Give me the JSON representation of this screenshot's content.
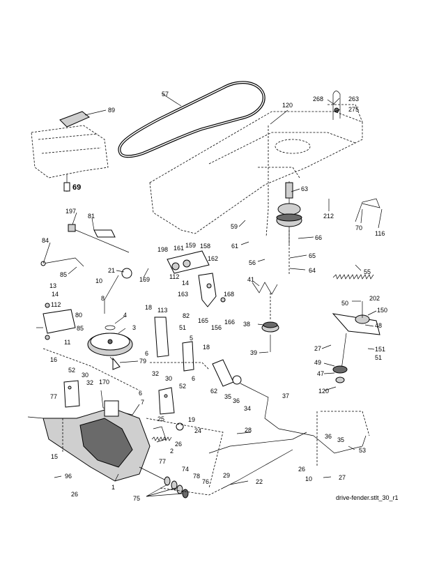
{
  "caption": "drive-fender.stlt_30_r1",
  "callouts": {
    "c57": "57",
    "c89": "89",
    "c120a": "120",
    "c268": "268",
    "c263": "263",
    "c275": "275",
    "c69": "69",
    "c63": "63",
    "c212": "212",
    "c70": "70",
    "c116": "116",
    "c197": "197",
    "c81": "81",
    "c59": "59",
    "c66": "66",
    "c61": "61",
    "c84": "84",
    "c198": "198",
    "c161": "161",
    "c159": "159",
    "c158": "158",
    "c56": "56",
    "c65": "65",
    "c85a": "85",
    "c21": "21",
    "c162": "162",
    "c64": "64",
    "c55": "55",
    "c169": "169",
    "c112a": "112",
    "c14a": "14",
    "c10a": "10",
    "c41": "41",
    "c13": "13",
    "c14b": "14",
    "c8": "8",
    "c163": "163",
    "c168": "168",
    "c112b": "112",
    "c80": "80",
    "c18a": "18",
    "c113": "113",
    "c50": "50",
    "c202": "202",
    "c150": "150",
    "c4": "4",
    "c82": "82",
    "c165": "165",
    "c156": "156",
    "c166": "166",
    "c38": "38",
    "c85b": "85",
    "c3": "3",
    "c51a": "51",
    "c48": "48",
    "c11": "11",
    "c5": "5",
    "c27a": "27",
    "c151": "151",
    "c6a": "6",
    "c18b": "18",
    "c39": "39",
    "c51b": "51",
    "c79": "79",
    "c49": "49",
    "c16": "16",
    "c52a": "52",
    "c6b": "6",
    "c47": "47",
    "c30a": "30",
    "c32a": "32",
    "c62": "62",
    "c120b": "120",
    "c32b": "32",
    "c30b": "30",
    "c170": "170",
    "c52b": "52",
    "c35a": "35",
    "c36a": "36",
    "c37": "37",
    "c77a": "77",
    "c6c": "6",
    "c34": "34",
    "c25": "25",
    "c7": "7",
    "c19": "19",
    "c24": "24",
    "c28": "28",
    "c36b": "36",
    "c35b": "35",
    "c53": "53",
    "c26a": "26",
    "c2": "2",
    "c15": "15",
    "c77b": "77",
    "c26b": "26",
    "c10b": "10",
    "c96": "96",
    "c74": "74",
    "c29": "29",
    "c27b": "27",
    "c78": "78",
    "c76": "76",
    "c22": "22",
    "c1": "1",
    "c26c": "26",
    "c75": "75"
  }
}
